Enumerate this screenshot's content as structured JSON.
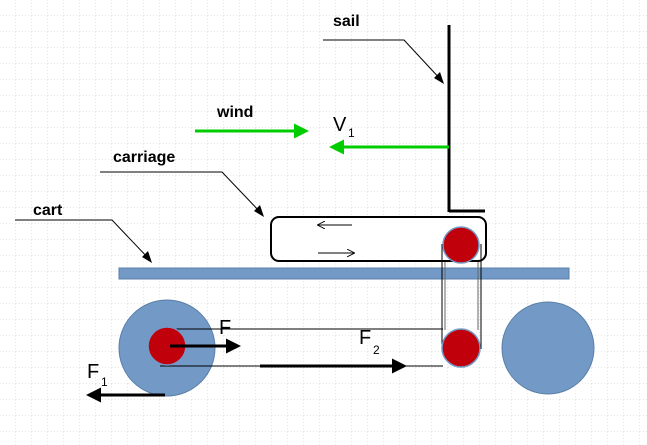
{
  "labels": {
    "sail": "sail",
    "wind": "wind",
    "carriage": "carriage",
    "cart": "cart",
    "v": "V",
    "v_sub": "1",
    "f": "F",
    "f1": "F",
    "f1_sub": "1",
    "f2": "F",
    "f2_sub": "2"
  },
  "colors": {
    "wind_arrow": "#00cc00",
    "cart_bar": "#7399c6",
    "wheel": "#7399c6",
    "pulley": "#c0000b",
    "line": "#000000"
  }
}
